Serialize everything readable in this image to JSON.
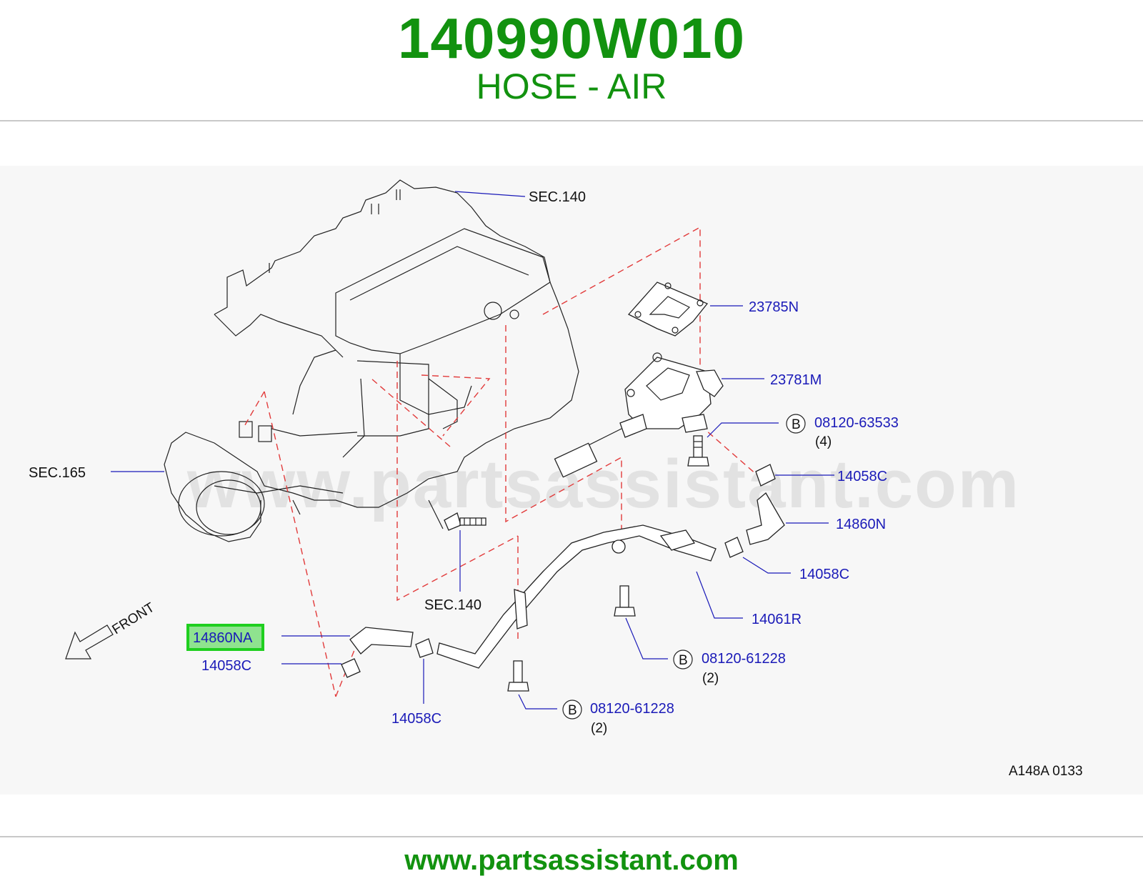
{
  "header": {
    "part_number": "140990W010",
    "part_name": "HOSE - AIR"
  },
  "watermark": "www.partsassistant.com",
  "diagram": {
    "labels": {
      "sec140_top": "SEC.140",
      "sec165": "SEC.165",
      "sec140_bottom": "SEC.140",
      "p23785N": "23785N",
      "p23781M": "23781M",
      "bolt1_num": "08120-63533",
      "bolt1_qty": "(4)",
      "p14058C_a": "14058C",
      "p14860N": "14860N",
      "p14058C_b": "14058C",
      "p14061R": "14061R",
      "bolt2_num": "08120-61228",
      "bolt2_qty": "(2)",
      "bolt3_num": "08120-61228",
      "bolt3_qty": "(2)",
      "p14860NA": "14860NA",
      "p14058C_c": "14058C",
      "p14058C_d": "14058C",
      "front": "FRONT",
      "diagram_code": "A148A  0133",
      "bolt_marker": "B"
    },
    "highlight_color": "#1fcf1f",
    "label_color": "#1a1ab8",
    "brand_color": "#12920f"
  },
  "footer": {
    "url": "www.partsassistant.com"
  }
}
